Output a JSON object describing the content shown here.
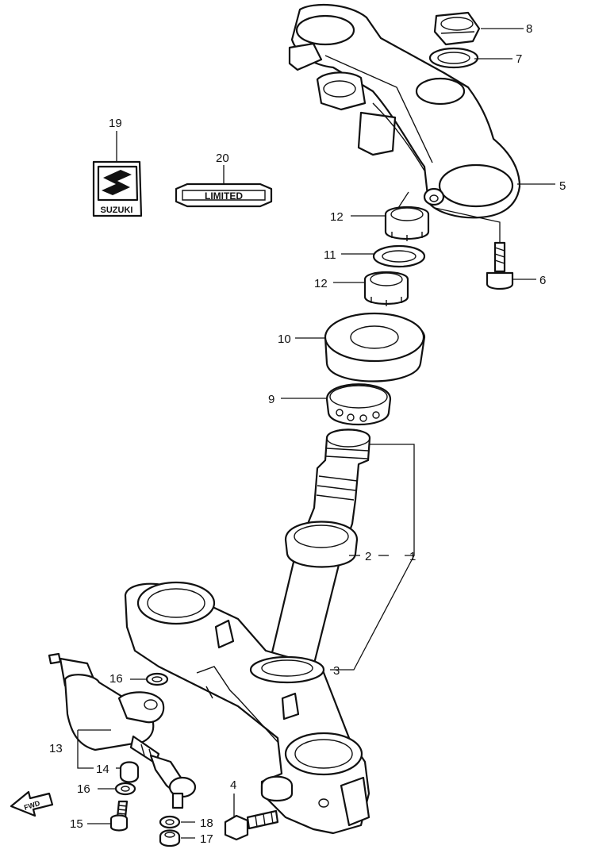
{
  "callouts": {
    "c1": "1",
    "c2": "2",
    "c3": "3",
    "c4": "4",
    "c5": "5",
    "c6": "6",
    "c7": "7",
    "c8": "8",
    "c9": "9",
    "c10": "10",
    "c11": "11",
    "c12a": "12",
    "c12b": "12",
    "c13": "13",
    "c14": "14",
    "c15": "15",
    "c16a": "16",
    "c16b": "16",
    "c17": "17",
    "c18": "18",
    "c19": "19",
    "c20": "20"
  },
  "emblem": {
    "brand_text": "SUZUKI",
    "limited_text": "LIMITED"
  },
  "direction_marker": {
    "label": "FWD"
  }
}
